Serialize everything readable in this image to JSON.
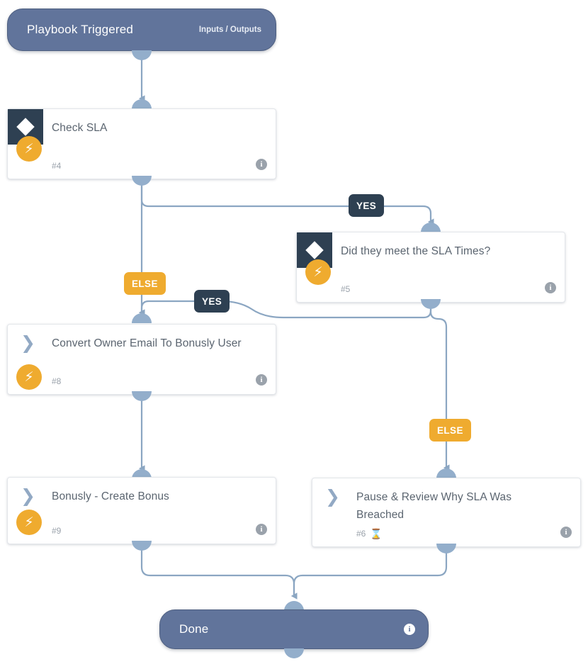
{
  "diagram": {
    "type": "playbook-flowchart",
    "colors": {
      "terminal_fill": "#61749b",
      "condition_icon": "#2e4052",
      "bolt_badge": "#efab2f",
      "edge_stroke": "#8ba6c2",
      "port_fill": "#93aecb",
      "card_bg": "#ffffff",
      "title_text": "#5b6570",
      "yes_label_bg": "#2e4052",
      "else_label_bg": "#efab2f",
      "canvas_bg": "#ffffff"
    }
  },
  "start": {
    "title": "Playbook Triggered",
    "subtitle": "Inputs / Outputs"
  },
  "end": {
    "title": "Done",
    "info_glyph": "i"
  },
  "nodes": [
    {
      "id": "n4",
      "kind": "condition",
      "title": "Check SLA",
      "step": "#4",
      "icon": "diamond-icon",
      "badge": "bolt-icon",
      "info_glyph": "i",
      "wait": null
    },
    {
      "id": "n5",
      "kind": "condition",
      "title": "Did they meet the SLA Times?",
      "step": "#5",
      "icon": "diamond-icon",
      "badge": "bolt-icon",
      "info_glyph": "i",
      "wait": null
    },
    {
      "id": "n8",
      "kind": "action",
      "title": "Convert Owner Email To Bonusly User",
      "step": "#8",
      "icon": "chevron-right-icon",
      "badge": "bolt-icon",
      "info_glyph": "i",
      "wait": null
    },
    {
      "id": "n9",
      "kind": "action",
      "title": "Bonusly - Create Bonus",
      "step": "#9",
      "icon": "chevron-right-icon",
      "badge": "bolt-icon",
      "info_glyph": "i",
      "wait": null
    },
    {
      "id": "n6",
      "kind": "action",
      "title": "Pause & Review Why SLA Was Breached",
      "step": "#6",
      "icon": "chevron-right-icon",
      "badge": null,
      "info_glyph": "i",
      "wait": "⌛"
    }
  ],
  "branch_labels": [
    {
      "id": "b1",
      "text": "YES",
      "from": "n4",
      "to": "n5"
    },
    {
      "id": "b2",
      "text": "ELSE",
      "from": "n4",
      "to": "n8"
    },
    {
      "id": "b3",
      "text": "YES",
      "from": "n5",
      "to": "n8"
    },
    {
      "id": "b4",
      "text": "ELSE",
      "from": "n5",
      "to": "n6"
    }
  ],
  "glyphs": {
    "bolt": "⚡",
    "chevron": "❯",
    "info": "i"
  }
}
